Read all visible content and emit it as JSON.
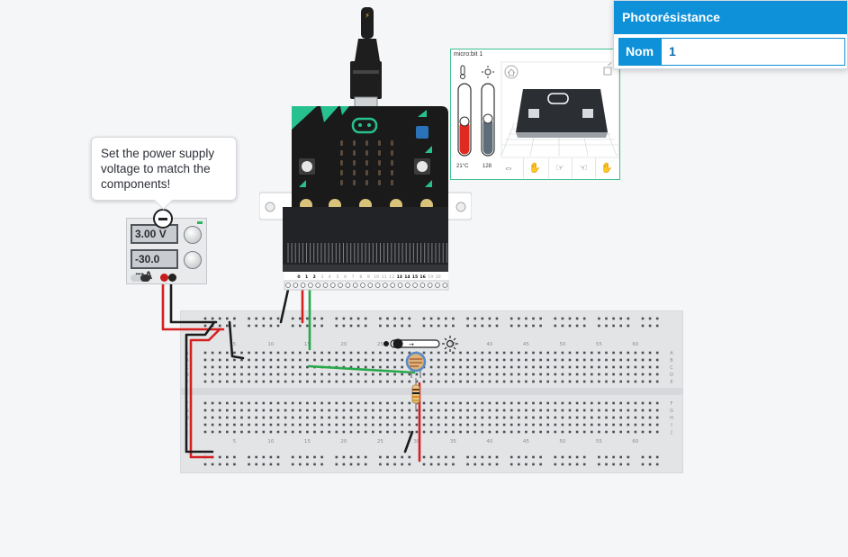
{
  "inspector": {
    "title": "Photorésistance",
    "field_label": "Nom",
    "field_value": "1"
  },
  "tooltip": {
    "text": "Set the power supply voltage to match the components!"
  },
  "power_supply": {
    "voltage": "3.00 V",
    "current": "-30.0 mA"
  },
  "simulator": {
    "title": "micro:bit 1",
    "temperature": "21°C",
    "light_level": "128",
    "icons": [
      "home-icon",
      "rotate-icon",
      "shake-icon",
      "tilt-icon",
      "tilt-icon",
      "freefall-icon",
      "gesture-icon"
    ]
  },
  "microbit": {
    "pin_labels": [
      "0",
      "1",
      "2",
      "3",
      "4",
      "5",
      "6",
      "7",
      "8",
      "9",
      "10",
      "11",
      "12",
      "13",
      "14",
      "15",
      "16",
      "19",
      "20"
    ]
  },
  "breadboard": {
    "col_numbers": [
      "5",
      "10",
      "15",
      "20",
      "25",
      "30",
      "35",
      "40",
      "45",
      "50",
      "55",
      "60"
    ],
    "row_letters_top": [
      "A",
      "B",
      "C",
      "D",
      "E"
    ],
    "row_letters_bottom": [
      "F",
      "G",
      "H",
      "I",
      "J"
    ]
  },
  "colors": {
    "accent": "#0e91d9",
    "wire_red": "#d62020",
    "wire_black": "#1c1c1c",
    "wire_green": "#27a84a",
    "microbit_teal": "#27c08f"
  }
}
